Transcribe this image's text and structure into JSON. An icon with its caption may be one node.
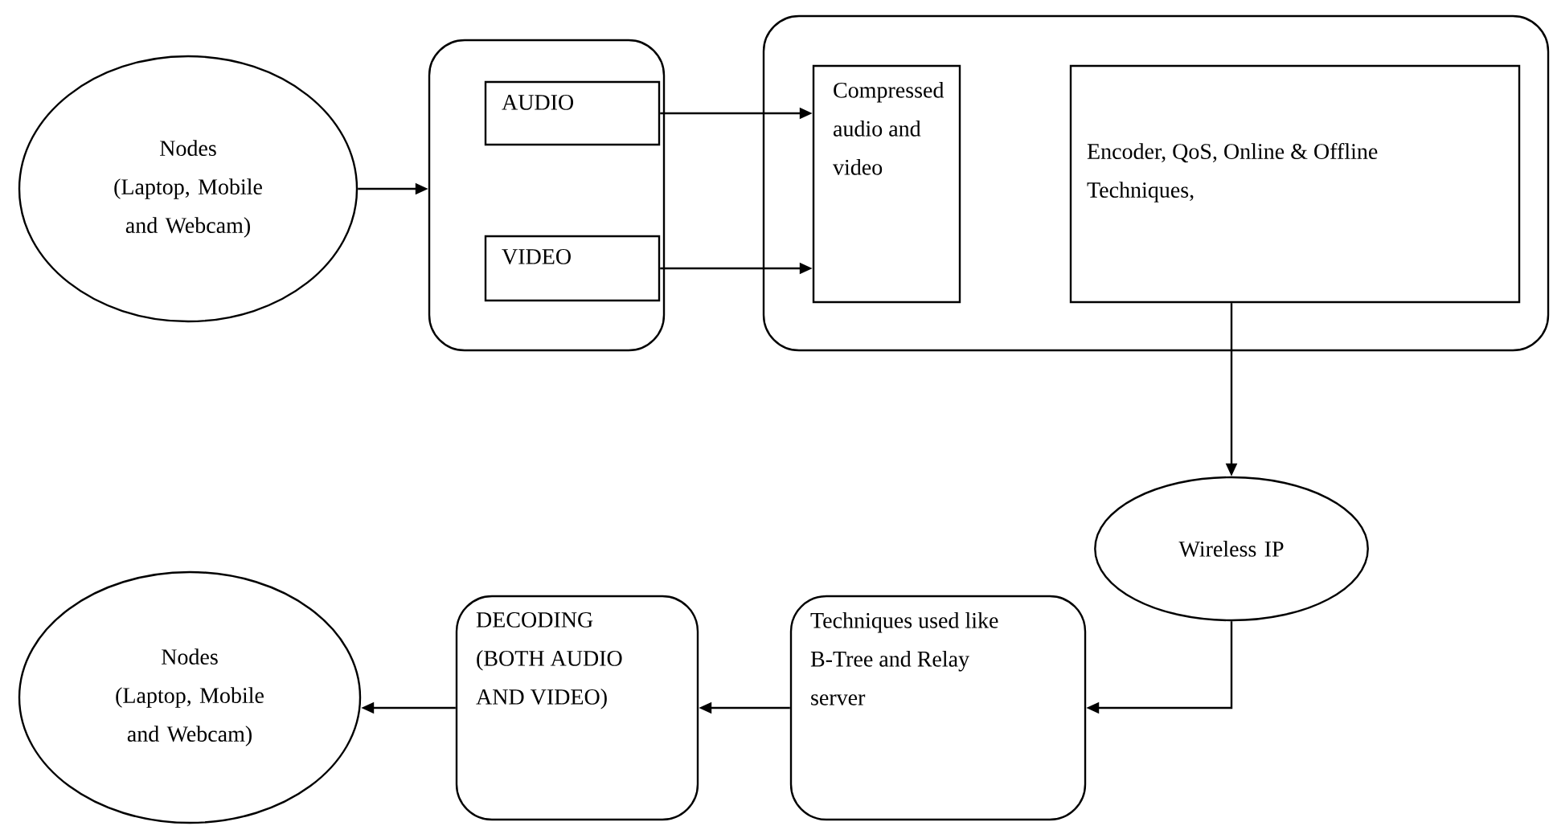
{
  "diagram": {
    "nodes": [
      {
        "text": [
          "Nodes",
          "(Laptop, Mobile and Webcam)"
        ]
      },
      {
        "text": [],
        "shape": "box"
      },
      {
        "text": [
          "AUDIO"
        ],
        "in": 1
      },
      {
        "text": [
          "VIDEO"
        ],
        "in": 1
      },
      {
        "text": [],
        "shape": "box"
      },
      {
        "text": [
          "Compressed audio and video"
        ],
        "in": 4
      },
      {
        "text": [
          "Encoder, QoS, Online & Offline Techniques,"
        ],
        "in": 4
      },
      {
        "text": [
          "Wireless IP"
        ]
      },
      {
        "text": [
          "Techniques used like B-Tree and Relay server"
        ]
      },
      {
        "text": [
          "DECODING (BOTH AUDIO AND VIDEO)"
        ]
      },
      {
        "text": [
          "Nodes",
          "(Laptop, Mobile and Webcam)"
        ]
      }
    ],
    "edges": [
      {
        "from": 0,
        "to": 1,
        "arrow": "to"
      },
      {
        "from": 2,
        "to": 5,
        "arrow": "to"
      },
      {
        "from": 3,
        "to": 5,
        "arrow": "to"
      },
      {
        "from": 6,
        "to": 7,
        "arrow": "to"
      },
      {
        "from": 7,
        "to": 8,
        "arrow": "to"
      },
      {
        "from": 8,
        "to": 9,
        "arrow": "to"
      },
      {
        "from": 9,
        "to": 10,
        "arrow": "to"
      }
    ]
  }
}
